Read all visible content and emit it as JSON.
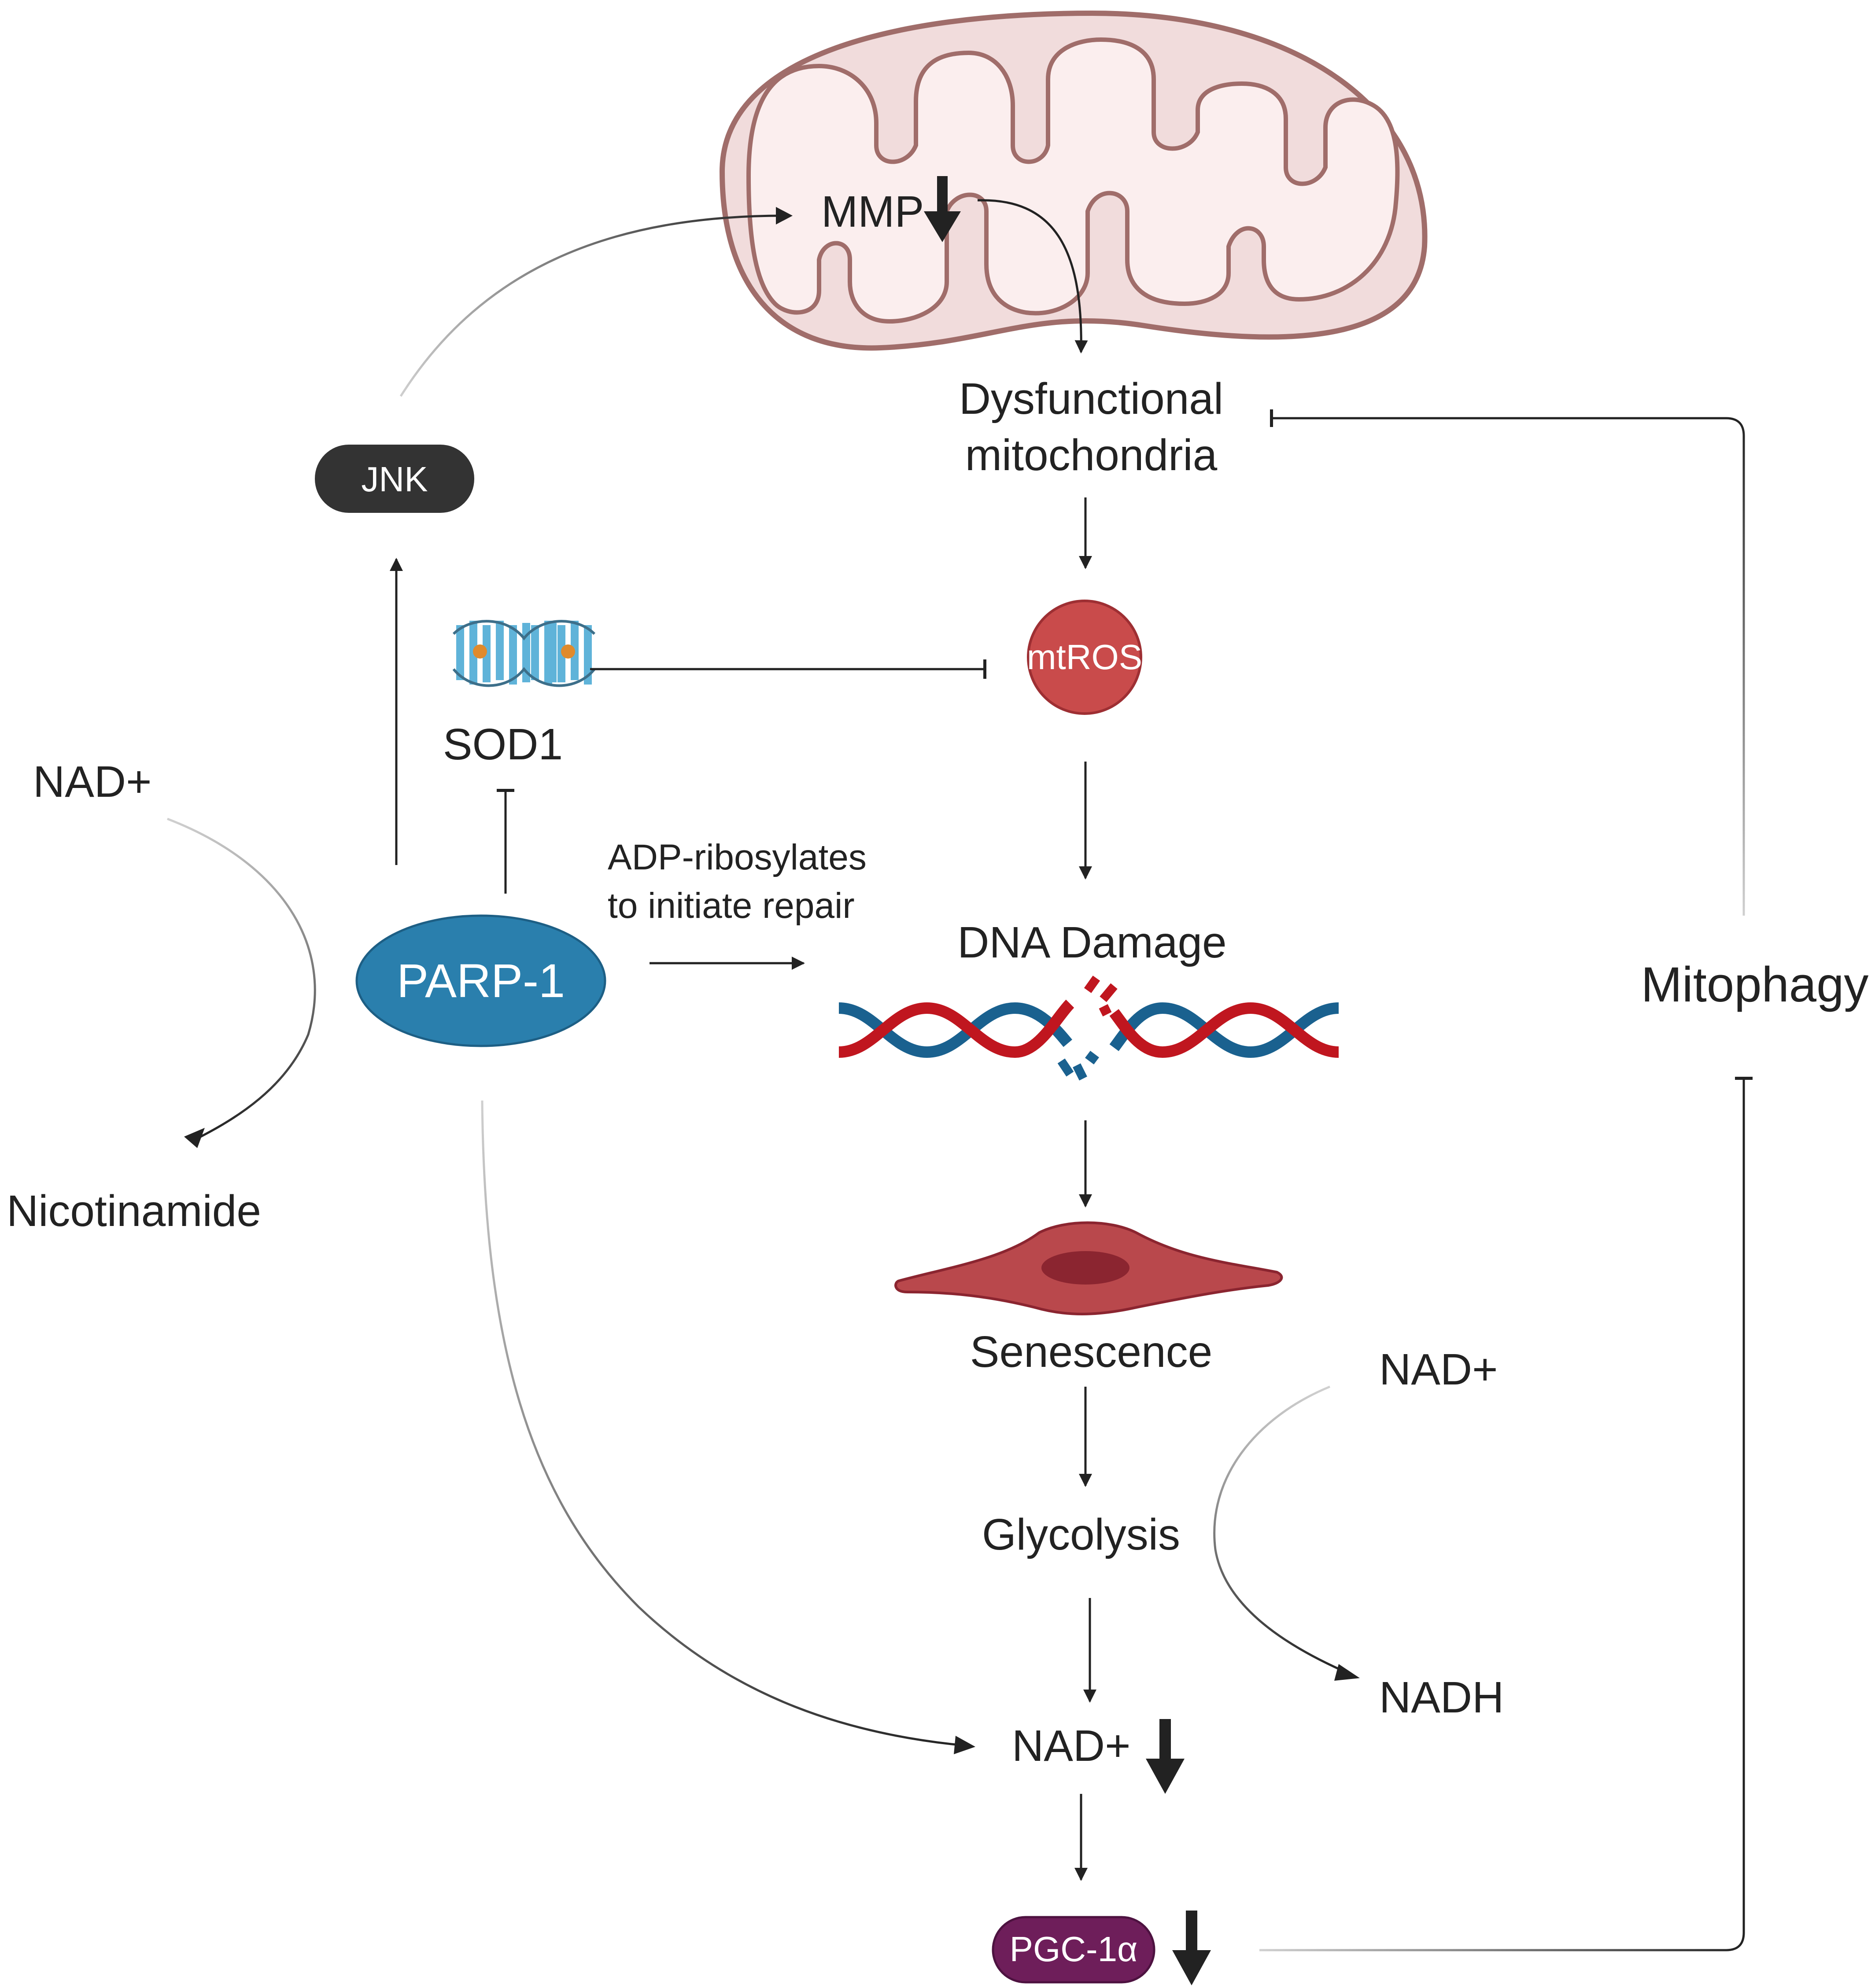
{
  "labels": {
    "mmp": "MMP",
    "dysfunctional_line1": "Dysfunctional",
    "dysfunctional_line2": "mitochondria",
    "jnk": "JNK",
    "mtros": "mtROS",
    "sod1": "SOD1",
    "nad_left": "NAD+",
    "nicotinamide": "Nicotinamide",
    "parp1": "PARP-1",
    "adp_line1": "ADP-ribosylates",
    "adp_line2": "to initiate repair",
    "dna_damage": "DNA Damage",
    "mitophagy": "Mitophagy",
    "senescence": "Senescence",
    "nad_right": "NAD+",
    "glycolysis": "Glycolysis",
    "nadh": "NADH",
    "nad_bottom": "NAD+",
    "pgc1a": "PGC-1α"
  },
  "colors": {
    "mito_fill": "#f1dcdc",
    "mito_stroke": "#a06d6a",
    "mito_inner": "#fbeeee",
    "jnk": "#333333",
    "mtros": "#c94b4b",
    "parp1": "#2a7fad",
    "pgc1a": "#6e1e5a",
    "dna_red": "#c0161f",
    "dna_blue": "#1a618f",
    "cell": "#b9484c",
    "nucleus": "#8b2530",
    "sod1": "#5fb3d9",
    "arrow": "#222222"
  }
}
